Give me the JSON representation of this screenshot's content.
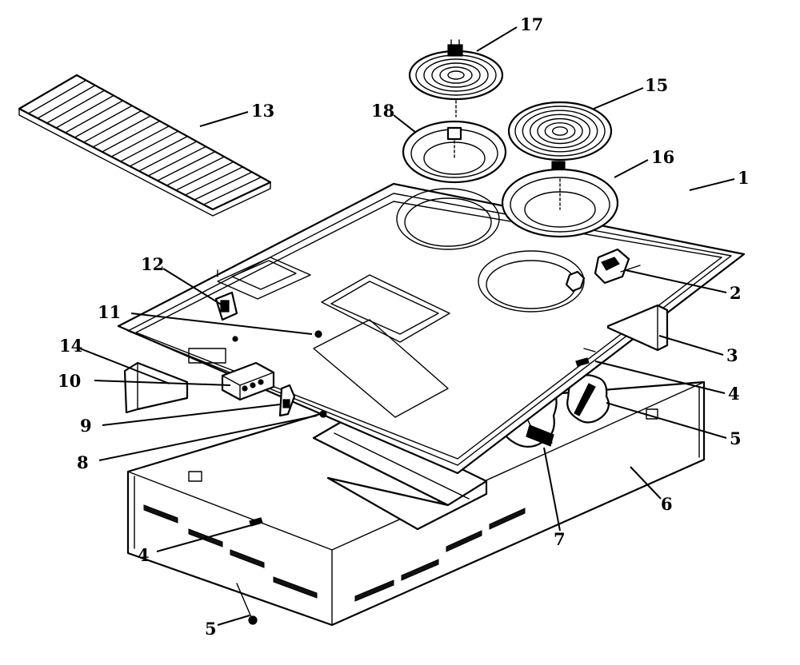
{
  "callouts": {
    "c1": "1",
    "c2": "2",
    "c3": "3",
    "c4_right": "4",
    "c4_left": "4",
    "c5_right": "5",
    "c5_left": "5",
    "c6": "6",
    "c7": "7",
    "c8": "8",
    "c9": "9",
    "c10": "10",
    "c11": "11",
    "c12": "12",
    "c13": "13",
    "c14": "14",
    "c15": "15",
    "c16": "16",
    "c17": "17",
    "c18": "18"
  }
}
